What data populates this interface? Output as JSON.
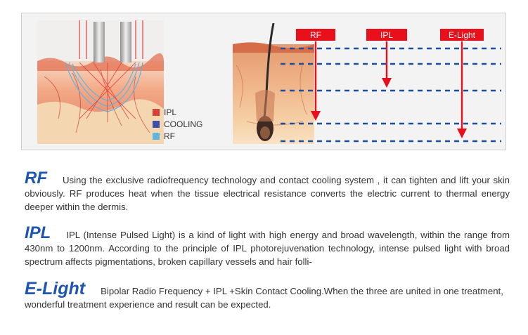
{
  "legend": [
    {
      "label": "IPL",
      "color": "#d9403a"
    },
    {
      "label": "COOLING",
      "color": "#3f4fa8"
    },
    {
      "label": "RF",
      "color": "#5fb4e0"
    }
  ],
  "depth_tags": [
    {
      "label": "RF",
      "depth_level": 4
    },
    {
      "label": "IPL",
      "depth_level": 3
    },
    {
      "label": "E-Light",
      "depth_level": 5
    }
  ],
  "colors": {
    "tag_red": "#e8101a",
    "arrow_red": "#e8101a",
    "dash_blue": "#1b4fa0",
    "heading_blue": "#1f56b0"
  },
  "sections": [
    {
      "heading": "RF",
      "text": "Using the exclusive radiofrequency technology and contact cooling system , it can tighten and lift your skin obviously. RF produces heat when the tissue electrical resistance converts the electric current to thermal energy deeper within the dermis."
    },
    {
      "heading": "IPL",
      "text": "IPL (Intense Pulsed Light) is a kind of light with high energy and broad wavelength, within the range from  430nm to 1200nm. According to the principle of IPL photorejuvenation technology, intense pulsed light with broad spectrum affects pigmentations, broken capillary vessels and hair folli-"
    },
    {
      "heading": "E-Light",
      "text": "Bipolar Radio Frequency + IPL +Skin Contact Cooling.When the three are united in one treatment, wonderful treatment experience and result can be expected."
    }
  ]
}
